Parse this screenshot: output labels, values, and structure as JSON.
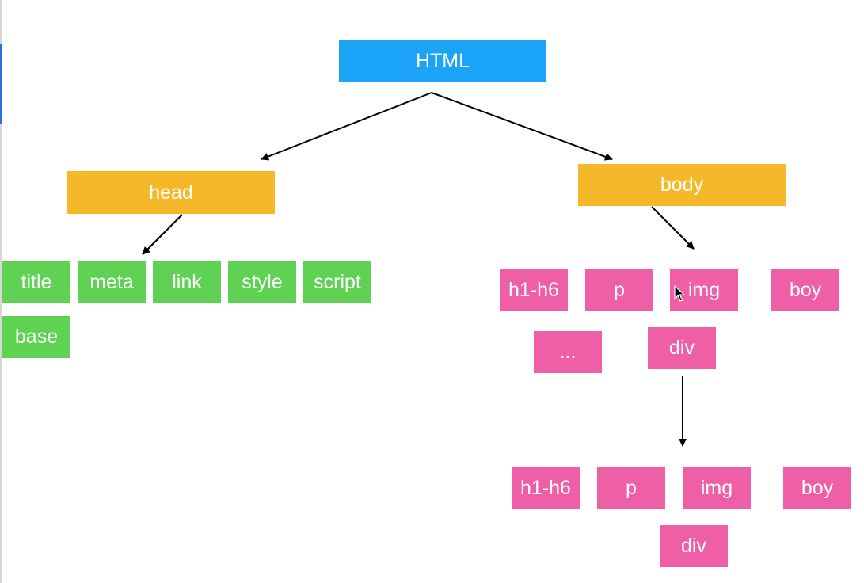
{
  "diagram": {
    "root": {
      "label": "HTML"
    },
    "head": {
      "label": "head",
      "children": [
        "title",
        "meta",
        "link",
        "style",
        "script",
        "base"
      ]
    },
    "body": {
      "label": "body",
      "children": [
        "h1-h6",
        "p",
        "img",
        "boy",
        "...",
        "div"
      ],
      "div_children": [
        "h1-h6",
        "p",
        "img",
        "boy",
        "div"
      ]
    }
  },
  "colors": {
    "root": "#1aa3f7",
    "section": "#f5b829",
    "head_children": "#5fd254",
    "body_children": "#ee5fa6",
    "arrow": "#000000"
  }
}
